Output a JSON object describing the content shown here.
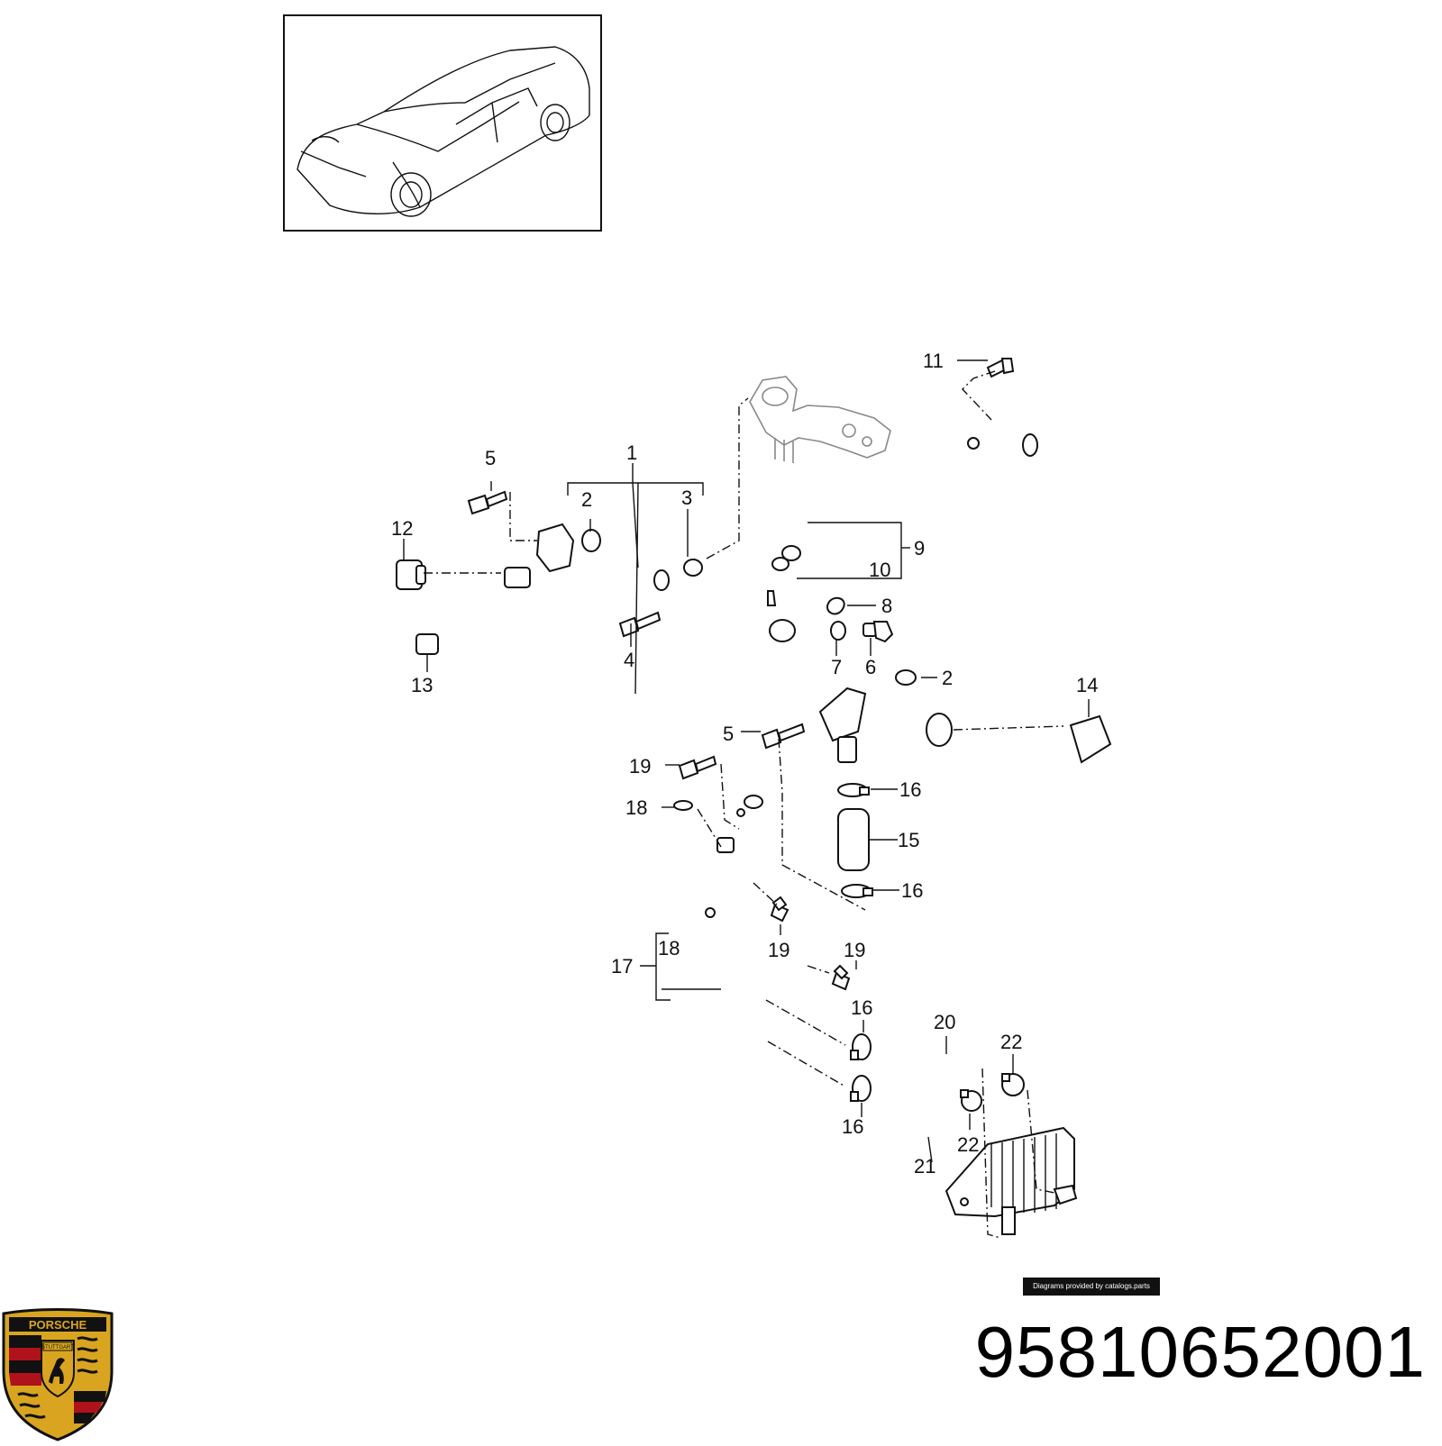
{
  "callouts": {
    "c1": "1",
    "c2a": "2",
    "c2b": "2",
    "c3": "3",
    "c4": "4",
    "c5a": "5",
    "c5b": "5",
    "c6": "6",
    "c7": "7",
    "c8": "8",
    "c9": "9",
    "c10": "10",
    "c11": "11",
    "c12": "12",
    "c13": "13",
    "c14": "14",
    "c15": "15",
    "c16a": "16",
    "c16b": "16",
    "c16c": "16",
    "c16d": "16",
    "c17": "17",
    "c18a": "18",
    "c18b": "18",
    "c19a": "19",
    "c19b": "19",
    "c19c": "19",
    "c20": "20",
    "c21": "21",
    "c22a": "22",
    "c22b": "22"
  },
  "credit": "Diagrams provided by catalogs.parts",
  "part_number": "95810652001",
  "logo": {
    "brand_text": "PORSCHE",
    "city_text": "STUTTGART",
    "colors": {
      "gold": "#d9a520",
      "red": "#b0121b",
      "black": "#111111"
    }
  }
}
